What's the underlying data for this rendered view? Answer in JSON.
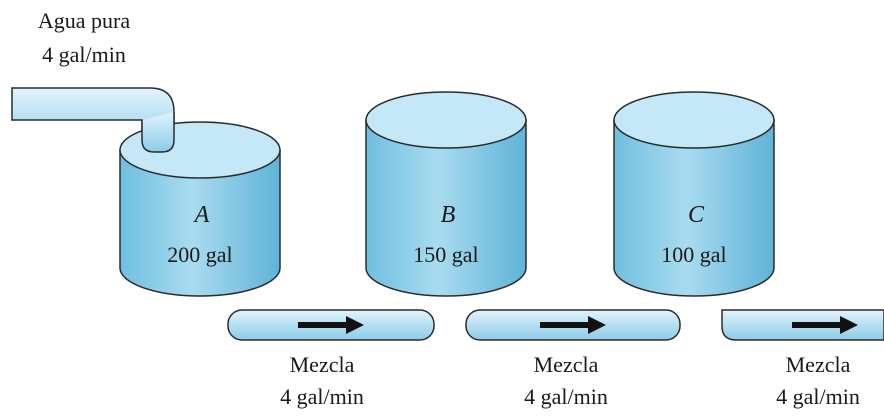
{
  "inlet": {
    "line1": "Agua pura",
    "line2": "4 gal/min"
  },
  "tanks": [
    {
      "name": "A",
      "volume": "200 gal"
    },
    {
      "name": "B",
      "volume": "150 gal"
    },
    {
      "name": "C",
      "volume": "100 gal"
    }
  ],
  "flows": [
    {
      "line1": "Mezcla",
      "line2": "4 gal/min"
    },
    {
      "line1": "Mezcla",
      "line2": "4 gal/min"
    },
    {
      "line1": "Mezcla",
      "line2": "4 gal/min"
    }
  ],
  "colors": {
    "tank_fill": "#8ecfe8",
    "tank_top": "#bfe6f6",
    "pipe": "#bde4f4",
    "stroke": "#2b2b2b",
    "arrow": "#111111"
  }
}
